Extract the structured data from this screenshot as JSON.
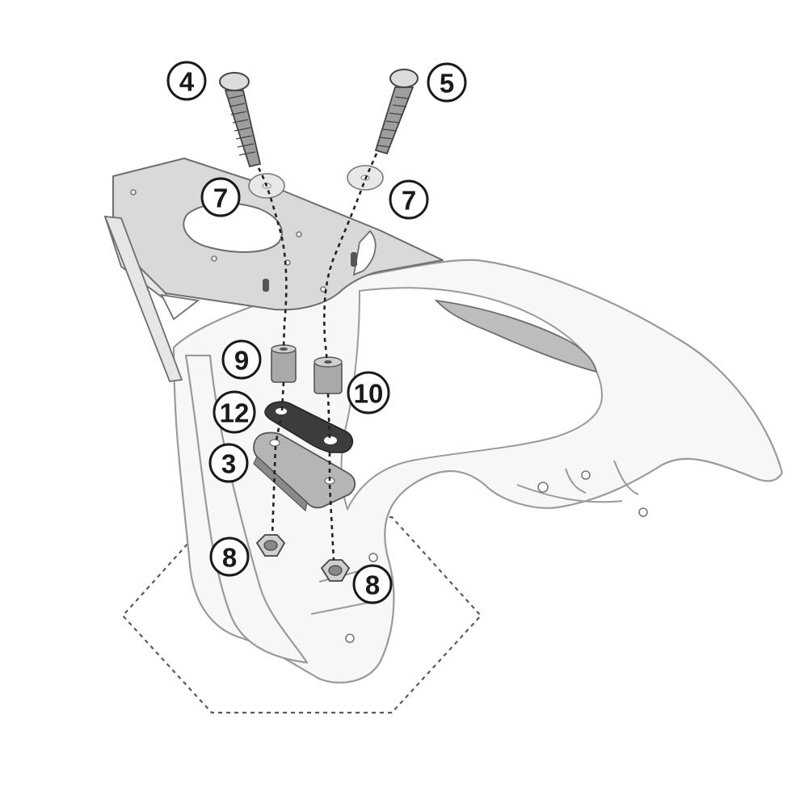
{
  "callouts": {
    "bolt_left": "4",
    "bolt_right": "5",
    "washer_left": "7",
    "washer_right": "7",
    "spacer_left": "9",
    "spacer_right": "10",
    "rubber_pad": "12",
    "bracket_plate": "3",
    "nut_left": "8",
    "nut_right": "8"
  },
  "colors": {
    "line": "#1a1a1a",
    "part_fill": "#f4f4f4",
    "plate_fill": "#d9d9d9",
    "dark_part": "#3c3c3c"
  }
}
